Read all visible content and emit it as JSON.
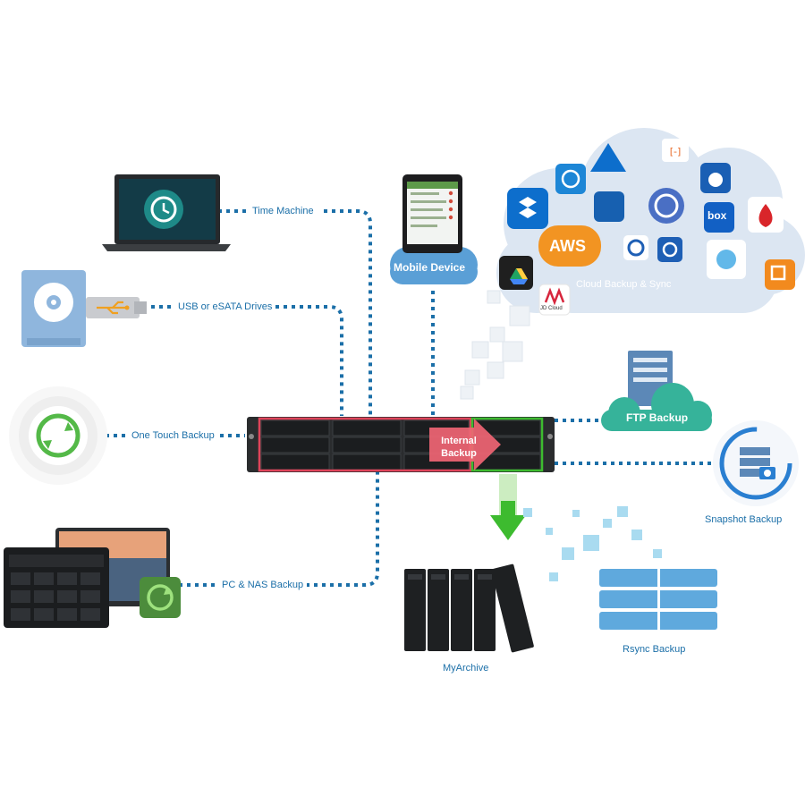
{
  "nodes": {
    "time_machine": "Time Machine",
    "usb_esata": "USB or eSATA Drives",
    "one_touch": "One Touch Backup",
    "pc_nas": "PC & NAS Backup",
    "mobile": "Mobile Device",
    "cloud": "Cloud  Backup & Sync",
    "ftp": "FTP Backup",
    "snapshot": "Snapshot Backup",
    "myarchive": "MyArchive",
    "rsync": "Rsync Backup",
    "internal_line1": "Internal",
    "internal_line2": "Backup"
  },
  "cloud_logos": {
    "aws": "AWS",
    "box": "box",
    "jd": "JD Cloud"
  },
  "colors": {
    "connector": "#1b6fa8",
    "label": "#1b6fa8",
    "cloud": "#dce6f2",
    "green_accent": "#3dbb2f",
    "red_accent": "#e0445a",
    "ftp_cloud": "#36b39a"
  }
}
